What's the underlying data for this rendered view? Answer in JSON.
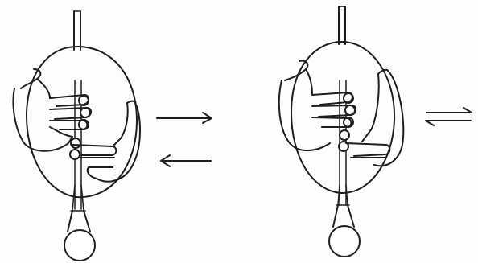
{
  "figures": [
    {
      "name": "left-figure",
      "arrow_mode": "separate"
    },
    {
      "name": "right-figure",
      "arrow_mode": "double"
    }
  ],
  "colors": {
    "ink": "#1e1e1e",
    "paper": "#fdfdfd"
  }
}
